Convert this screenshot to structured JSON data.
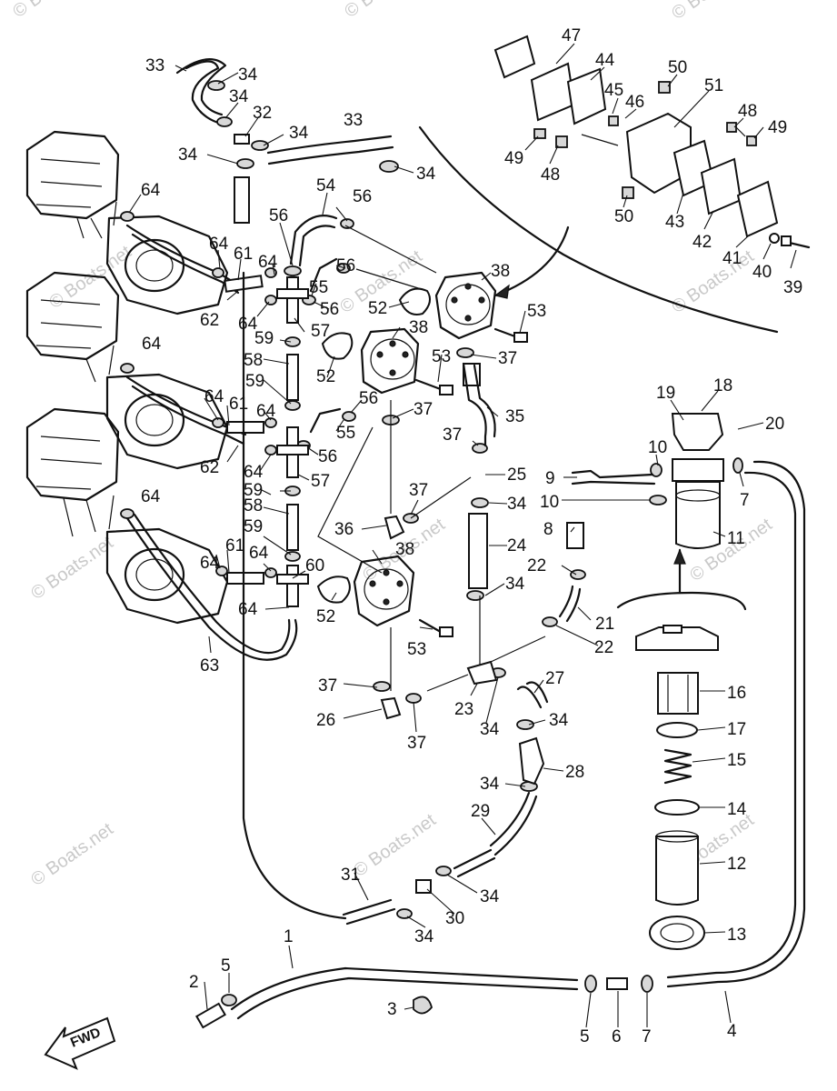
{
  "watermark": "© Boats.net",
  "fwd_label": "FWD",
  "callouts": [
    {
      "id": "c33a",
      "text": "33"
    },
    {
      "id": "c34a",
      "text": "34"
    },
    {
      "id": "c34b",
      "text": "34"
    },
    {
      "id": "c32",
      "text": "32"
    },
    {
      "id": "c34c",
      "text": "34"
    },
    {
      "id": "c33b",
      "text": "33"
    },
    {
      "id": "c34d",
      "text": "34"
    },
    {
      "id": "c34e",
      "text": "34"
    },
    {
      "id": "c64a",
      "text": "64"
    },
    {
      "id": "c54",
      "text": "54"
    },
    {
      "id": "c56a",
      "text": "56"
    },
    {
      "id": "c56b",
      "text": "56"
    },
    {
      "id": "c64b",
      "text": "64"
    },
    {
      "id": "c61a",
      "text": "61"
    },
    {
      "id": "c64c",
      "text": "64"
    },
    {
      "id": "c56c",
      "text": "56"
    },
    {
      "id": "c55a",
      "text": "55"
    },
    {
      "id": "c62a",
      "text": "62"
    },
    {
      "id": "c64d",
      "text": "64"
    },
    {
      "id": "c56d",
      "text": "56"
    },
    {
      "id": "c52a",
      "text": "52"
    },
    {
      "id": "c38a",
      "text": "38"
    },
    {
      "id": "c53a",
      "text": "53"
    },
    {
      "id": "c57a",
      "text": "57"
    },
    {
      "id": "c59a",
      "text": "59"
    },
    {
      "id": "c38b",
      "text": "38"
    },
    {
      "id": "c64e",
      "text": "64"
    },
    {
      "id": "c58a",
      "text": "58"
    },
    {
      "id": "c52b",
      "text": "52"
    },
    {
      "id": "c53b",
      "text": "53"
    },
    {
      "id": "c37a",
      "text": "37"
    },
    {
      "id": "c59b",
      "text": "59"
    },
    {
      "id": "c64f",
      "text": "64"
    },
    {
      "id": "c61b",
      "text": "61"
    },
    {
      "id": "c64g",
      "text": "64"
    },
    {
      "id": "c56e",
      "text": "56"
    },
    {
      "id": "c37b",
      "text": "37"
    },
    {
      "id": "c35",
      "text": "35"
    },
    {
      "id": "c55b",
      "text": "55"
    },
    {
      "id": "c56f",
      "text": "56"
    },
    {
      "id": "c62b",
      "text": "62"
    },
    {
      "id": "c64h",
      "text": "64"
    },
    {
      "id": "c57b",
      "text": "57"
    },
    {
      "id": "c37c",
      "text": "37"
    },
    {
      "id": "c59c",
      "text": "59"
    },
    {
      "id": "c25",
      "text": "25"
    },
    {
      "id": "c64i",
      "text": "64"
    },
    {
      "id": "c37d",
      "text": "37"
    },
    {
      "id": "c34f",
      "text": "34"
    },
    {
      "id": "c58b",
      "text": "58"
    },
    {
      "id": "c36",
      "text": "36"
    },
    {
      "id": "c59d",
      "text": "59"
    },
    {
      "id": "c24",
      "text": "24"
    },
    {
      "id": "c64j",
      "text": "64"
    },
    {
      "id": "c61c",
      "text": "61"
    },
    {
      "id": "c64k",
      "text": "64"
    },
    {
      "id": "c38c",
      "text": "38"
    },
    {
      "id": "c60",
      "text": "60"
    },
    {
      "id": "c22a",
      "text": "22"
    },
    {
      "id": "c34g",
      "text": "34"
    },
    {
      "id": "c52c",
      "text": "52"
    },
    {
      "id": "c64l",
      "text": "64"
    },
    {
      "id": "c53c",
      "text": "53"
    },
    {
      "id": "c21",
      "text": "21"
    },
    {
      "id": "c22b",
      "text": "22"
    },
    {
      "id": "c63",
      "text": "63"
    },
    {
      "id": "c37e",
      "text": "37"
    },
    {
      "id": "c27",
      "text": "27"
    },
    {
      "id": "c23",
      "text": "23"
    },
    {
      "id": "c26",
      "text": "26"
    },
    {
      "id": "c34h",
      "text": "34"
    },
    {
      "id": "c34i",
      "text": "34"
    },
    {
      "id": "c37f",
      "text": "37"
    },
    {
      "id": "c28",
      "text": "28"
    },
    {
      "id": "c34j",
      "text": "34"
    },
    {
      "id": "c29",
      "text": "29"
    },
    {
      "id": "c31",
      "text": "31"
    },
    {
      "id": "c34k",
      "text": "34"
    },
    {
      "id": "c30",
      "text": "30"
    },
    {
      "id": "c34l",
      "text": "34"
    },
    {
      "id": "c47",
      "text": "47"
    },
    {
      "id": "c44",
      "text": "44"
    },
    {
      "id": "c50a",
      "text": "50"
    },
    {
      "id": "c51",
      "text": "51"
    },
    {
      "id": "c45",
      "text": "45"
    },
    {
      "id": "c46",
      "text": "46"
    },
    {
      "id": "c48a",
      "text": "48"
    },
    {
      "id": "c49a",
      "text": "49"
    },
    {
      "id": "c49b",
      "text": "49"
    },
    {
      "id": "c48b",
      "text": "48"
    },
    {
      "id": "c50b",
      "text": "50"
    },
    {
      "id": "c43",
      "text": "43"
    },
    {
      "id": "c42",
      "text": "42"
    },
    {
      "id": "c41",
      "text": "41"
    },
    {
      "id": "c40",
      "text": "40"
    },
    {
      "id": "c39",
      "text": "39"
    },
    {
      "id": "c19",
      "text": "19"
    },
    {
      "id": "c18",
      "text": "18"
    },
    {
      "id": "c20",
      "text": "20"
    },
    {
      "id": "c10a",
      "text": "10"
    },
    {
      "id": "c9",
      "text": "9"
    },
    {
      "id": "c7a",
      "text": "7"
    },
    {
      "id": "c10b",
      "text": "10"
    },
    {
      "id": "c8",
      "text": "8"
    },
    {
      "id": "c11",
      "text": "11"
    },
    {
      "id": "c16",
      "text": "16"
    },
    {
      "id": "c17",
      "text": "17"
    },
    {
      "id": "c15",
      "text": "15"
    },
    {
      "id": "c14",
      "text": "14"
    },
    {
      "id": "c12",
      "text": "12"
    },
    {
      "id": "c13",
      "text": "13"
    },
    {
      "id": "c1",
      "text": "1"
    },
    {
      "id": "c2",
      "text": "2"
    },
    {
      "id": "c5a",
      "text": "5"
    },
    {
      "id": "c3",
      "text": "3"
    },
    {
      "id": "c5b",
      "text": "5"
    },
    {
      "id": "c6",
      "text": "6"
    },
    {
      "id": "c7b",
      "text": "7"
    },
    {
      "id": "c4",
      "text": "4"
    }
  ]
}
